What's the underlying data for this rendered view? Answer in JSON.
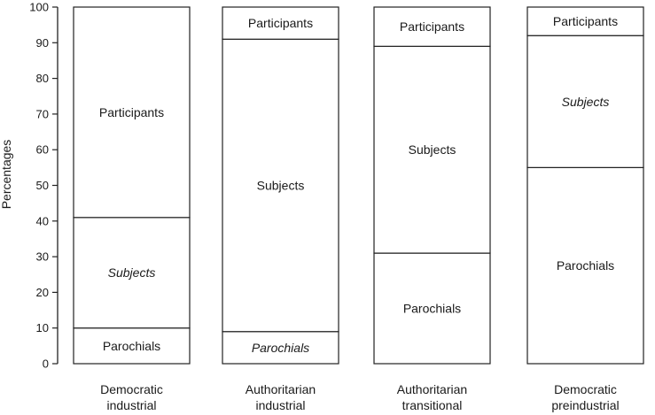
{
  "chart_data": {
    "type": "bar",
    "stacked": true,
    "ylabel": "Percentages",
    "xlabel": "",
    "ylim": [
      0,
      100
    ],
    "yticks": [
      0,
      10,
      20,
      30,
      40,
      50,
      60,
      70,
      80,
      90,
      100
    ],
    "grid": false,
    "legend": "none",
    "categories": [
      [
        "Democratic",
        "industrial"
      ],
      [
        "Authoritarian",
        "industrial"
      ],
      [
        "Authoritarian",
        "transitional"
      ],
      [
        "Democratic",
        "preindustrial"
      ]
    ],
    "series": [
      {
        "name": "Parochials",
        "values": [
          10,
          9,
          31,
          55
        ]
      },
      {
        "name": "Subjects",
        "values": [
          31,
          82,
          58,
          37
        ]
      },
      {
        "name": "Participants",
        "values": [
          59,
          9,
          11,
          8
        ]
      }
    ],
    "italic_labels": [
      {
        "category_index": 0,
        "series": "Subjects"
      },
      {
        "category_index": 1,
        "series": "Parochials"
      },
      {
        "category_index": 3,
        "series": "Subjects"
      }
    ],
    "colors": {
      "bar_fill": "#ffffff",
      "stroke": "#222222"
    }
  }
}
